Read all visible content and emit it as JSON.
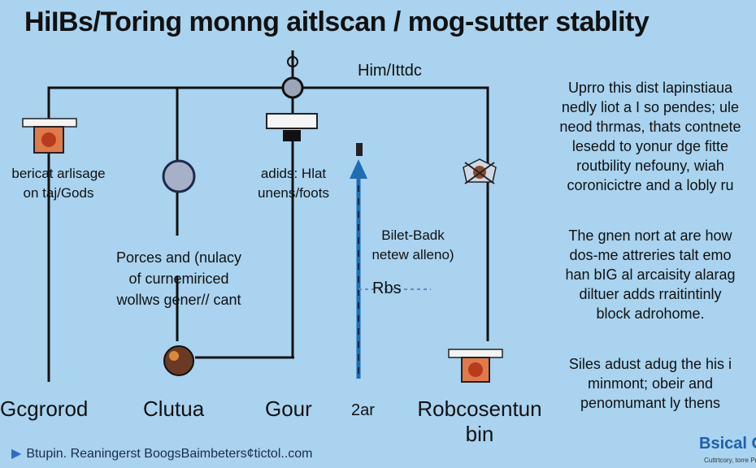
{
  "title": "HiIBs/Toring monng aitlscan / mog-sutter stablity",
  "top_label": "Him/Ittdc",
  "nodes": {
    "left_label": [
      "bericat arlisage",
      "on taj/Gods"
    ],
    "center_label": [
      "adids: Hlat",
      "unens/foots"
    ],
    "middle_label": [
      "Porces and (nulacy",
      "of curnemiriced",
      "wollws gener// cant"
    ],
    "arrow_label": [
      "Bilet-Badk",
      "netew alleno)"
    ],
    "arrow_tick_label": "Rbs"
  },
  "bottom_labels": {
    "col1": "Gcgrorod",
    "col2": "Clutua",
    "col3": "Gour",
    "col4": "2ar",
    "col5_line1": "Robcosentun",
    "col5_line2": "bin"
  },
  "paragraphs": {
    "p1": [
      "Uprro this dist lapinstiaua",
      "nedly liot a I so pendes; ule",
      "neod thrmas, thats contnete",
      "lesedd to yonur dge fitte",
      "routbility nefouny, wiah",
      "coronicictre and a lobly ru"
    ],
    "p2": [
      "The gnen nort at are how",
      "dos-me attreries talt emo",
      "han bIG al arcaisity alarag",
      "diltuer adds rraitintinly",
      "block adrohome."
    ],
    "p3": [
      "Siles adust adug the his i",
      "minmont; obeir and",
      "penomumant ly thens"
    ]
  },
  "footer": "Btupin. Reaningerst BoogsBaimbeters¢tictol..com",
  "brand": "Bsical Gu",
  "brand_sub": "Cuttrtcory, torre Pro",
  "colors": {
    "background": "#a9d3ef",
    "line": "#111111",
    "arrow": "#1e6db5",
    "node_fill": "#c84a22"
  }
}
